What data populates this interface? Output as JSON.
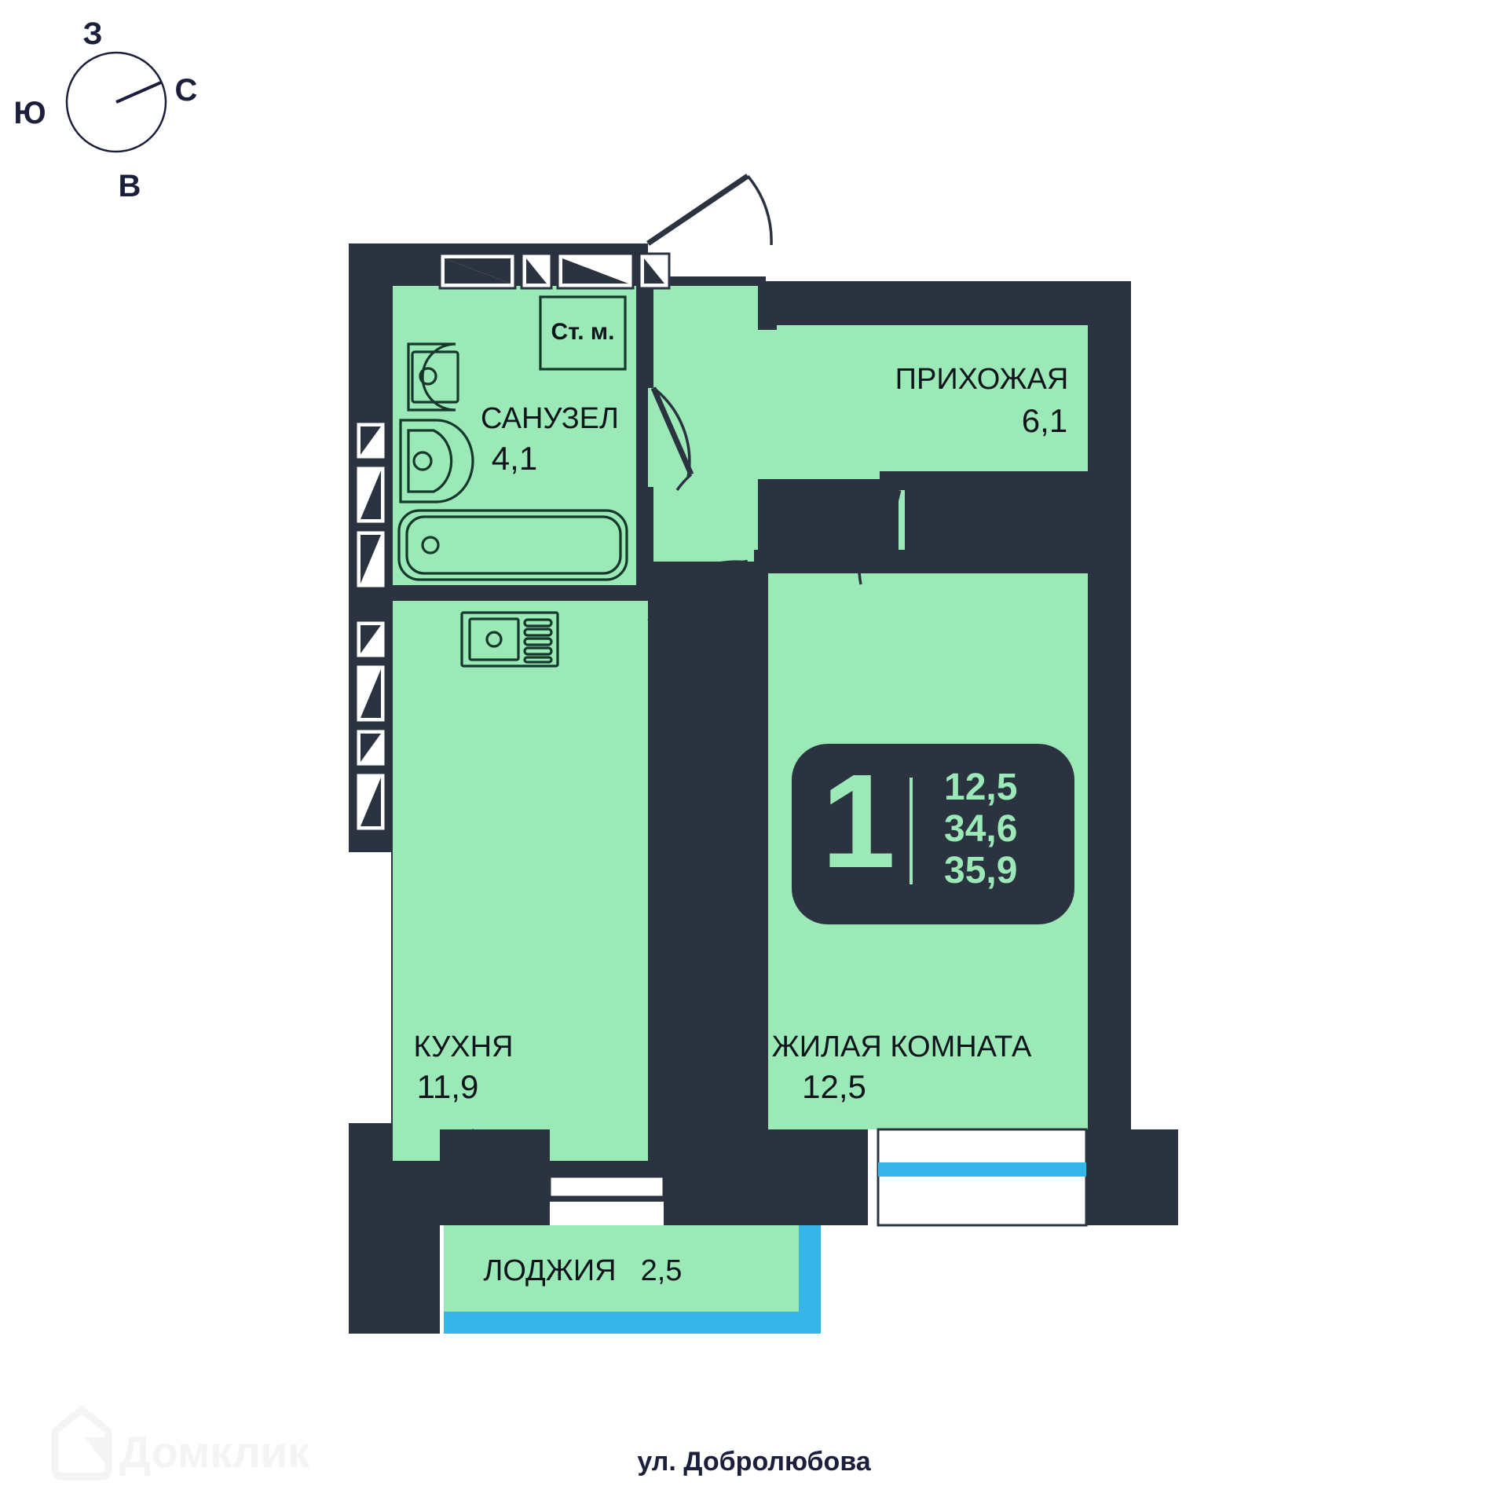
{
  "page": {
    "background_color": "#ffffff",
    "wall_color": "#2b3341",
    "room_fill": "#9ae9b6",
    "accent_blue": "#36b5e8",
    "text_color": "#10141c",
    "badge_text_color": "#9ae9b6"
  },
  "compass": {
    "name": "compass-rose",
    "north": "С",
    "south": "Ю",
    "west": "З",
    "east": "В"
  },
  "badge": {
    "rooms": "1",
    "areas": [
      "12,5",
      "34,6",
      "35,9"
    ]
  },
  "rooms": [
    {
      "id": "sanuzel",
      "label": "САНУЗЕЛ",
      "area": "4,1"
    },
    {
      "id": "prihozhaya",
      "label": "ПРИХОЖАЯ",
      "area": "6,1"
    },
    {
      "id": "kuhnya",
      "label": "КУХНЯ",
      "area": "11,9"
    },
    {
      "id": "zhilaya",
      "label": "ЖИЛАЯ КОМНАТА",
      "area": "12,5"
    },
    {
      "id": "lodzhiya",
      "label": "ЛОДЖИЯ",
      "area": "2,5"
    }
  ],
  "annotations": {
    "washing_machine": "Ст. м."
  },
  "footer": {
    "street": "ул. Добролюбова"
  },
  "watermark": {
    "brand": "Домклик"
  }
}
